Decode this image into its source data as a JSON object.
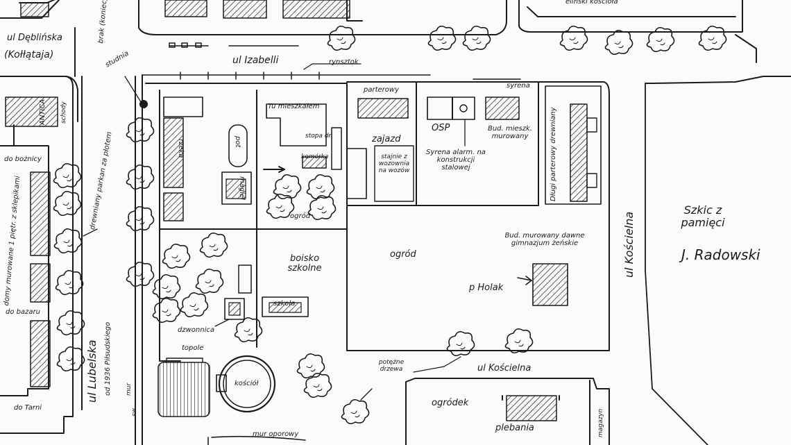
{
  "labels": {
    "ul_deblinska": "ul Dęblińska",
    "kollataja": "(Kołłątaja)",
    "brak_konca": "brak (koniec)",
    "studnia": "studnia",
    "ul_izabelli": "ul Izabelli",
    "rynsztok": "rynsztok",
    "elinski_kosciol": "elinski kościoła",
    "parterowy": "parterowy",
    "syrena": "syrena",
    "tu_mieszkalem": "Tu mieszkałem",
    "stopa_dr": "stopa dr.",
    "komorka": "komórka",
    "zajazd": "zajazd",
    "stajnie": "stajnie z wozownia na wozów",
    "osp": "OSP",
    "bud_mieszk": "Bud. mieszk. murowany",
    "syrena_alarm": "Syrena alarm. na konstrukcji stalowej",
    "dlugi_parterowy": "Długi parterowy drewniany",
    "rzeka": "rzeka",
    "pot": "pot",
    "magiel": "magiel",
    "ogrod_small": "ogród",
    "antica": "ANTICA",
    "schody": "schody",
    "do_boznicy": "do bożnicy",
    "drewniany_parkan": "drewniany parkan za płotem",
    "domy_murowane": "domy murowane 1 piętr. z sklepikami",
    "do_bazaru": "do bazaru",
    "ul_lubelska": "ul Lubelska",
    "od_1936": "od 1936 Piłsudskiego",
    "do_tarn": "do Tarni",
    "boisko": "boisko szkolne",
    "szkola": "szkoła",
    "ogrod_big": "ogród",
    "gimnazjum": "Bud. murowany dawne gimnazjum żeńskie",
    "p_holak": "p Holak",
    "ul_koscielna": "ul Kościelna",
    "szkic": "Szkic z pamięci",
    "autor": "J. Radowski",
    "dzwonnica": "dzwonnica",
    "topole": "topole",
    "kosciol": "kościół",
    "potezne_drzewa": "potężne drzewa",
    "ul_koscielna2": "ul Kościelna",
    "ogrodek": "ogródek",
    "plebania": "plebania",
    "mur_oporowy": "mur oporowy",
    "mur": "mur",
    "magazyn": "magazyn",
    "sw": "sw"
  },
  "colors": {
    "ink": "#1a1a1a",
    "paper": "#fbfbfb"
  }
}
